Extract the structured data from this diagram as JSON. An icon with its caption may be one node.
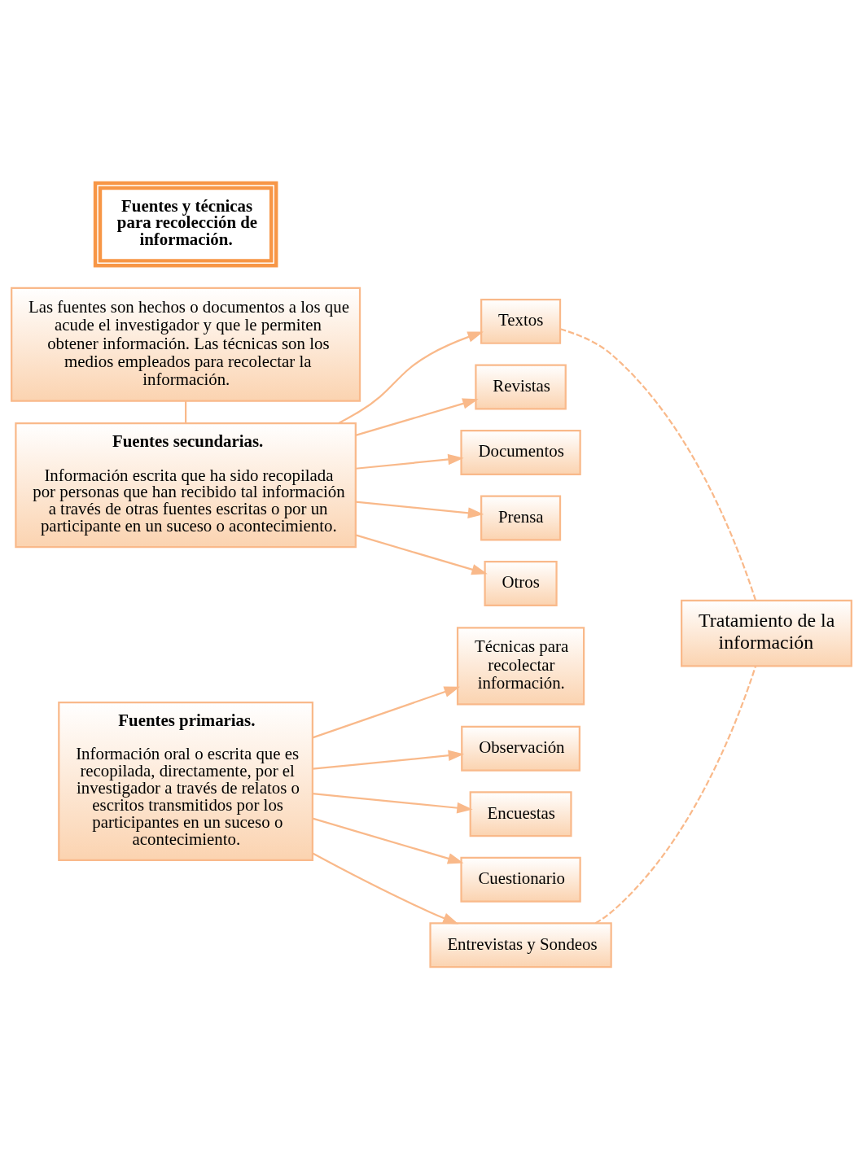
{
  "diagram": {
    "nodes": [
      {
        "text": [
          "Fuentes y técnicas para recolección de información."
        ]
      },
      {
        "text": [
          "Las fuentes son hechos o documentos a los que acude el investigador y que le permiten obtener información. Las técnicas son los medios empleados para recolectar la información."
        ]
      },
      {
        "text": [
          "Fuentes secundarias.",
          "Información escrita que ha sido recopilada por personas que han recibido tal información a través de otras fuentes escritas o por un participante en un suceso o acontecimiento."
        ]
      },
      {
        "text": [
          "Textos"
        ]
      },
      {
        "text": [
          "Revistas"
        ]
      },
      {
        "text": [
          "Documentos"
        ]
      },
      {
        "text": [
          "Prensa"
        ]
      },
      {
        "text": [
          "Otros"
        ]
      },
      {
        "text": [
          "Técnicas para recolectar información."
        ]
      },
      {
        "text": [
          "Observación"
        ]
      },
      {
        "text": [
          "Encuestas"
        ]
      },
      {
        "text": [
          "Cuestionario"
        ]
      },
      {
        "text": [
          "Entrevistas y Sondeos"
        ]
      },
      {
        "text": [
          "Fuentes primarias.",
          "Información oral o escrita que es recopilada, directamente, por el investigador a través de relatos o escritos transmitidos por los participantes en un suceso o acontecimiento."
        ]
      },
      {
        "text": [
          "Tratamiento de la información"
        ]
      }
    ],
    "edges": [
      {
        "from": 1,
        "to": 2,
        "arrow": "none"
      },
      {
        "from": 2,
        "to": 3,
        "arrow": "to"
      },
      {
        "from": 2,
        "to": 4,
        "arrow": "to"
      },
      {
        "from": 2,
        "to": 5,
        "arrow": "to"
      },
      {
        "from": 2,
        "to": 6,
        "arrow": "to"
      },
      {
        "from": 2,
        "to": 7,
        "arrow": "to"
      },
      {
        "from": 13,
        "to": 8,
        "arrow": "to"
      },
      {
        "from": 13,
        "to": 9,
        "arrow": "to"
      },
      {
        "from": 13,
        "to": 10,
        "arrow": "to"
      },
      {
        "from": 13,
        "to": 11,
        "arrow": "to"
      },
      {
        "from": 13,
        "to": 12,
        "arrow": "to"
      },
      {
        "from": 3,
        "to": 14,
        "arrow": "none",
        "style": "dashed"
      },
      {
        "from": 12,
        "to": 14,
        "arrow": "none",
        "style": "dashed"
      }
    ]
  }
}
